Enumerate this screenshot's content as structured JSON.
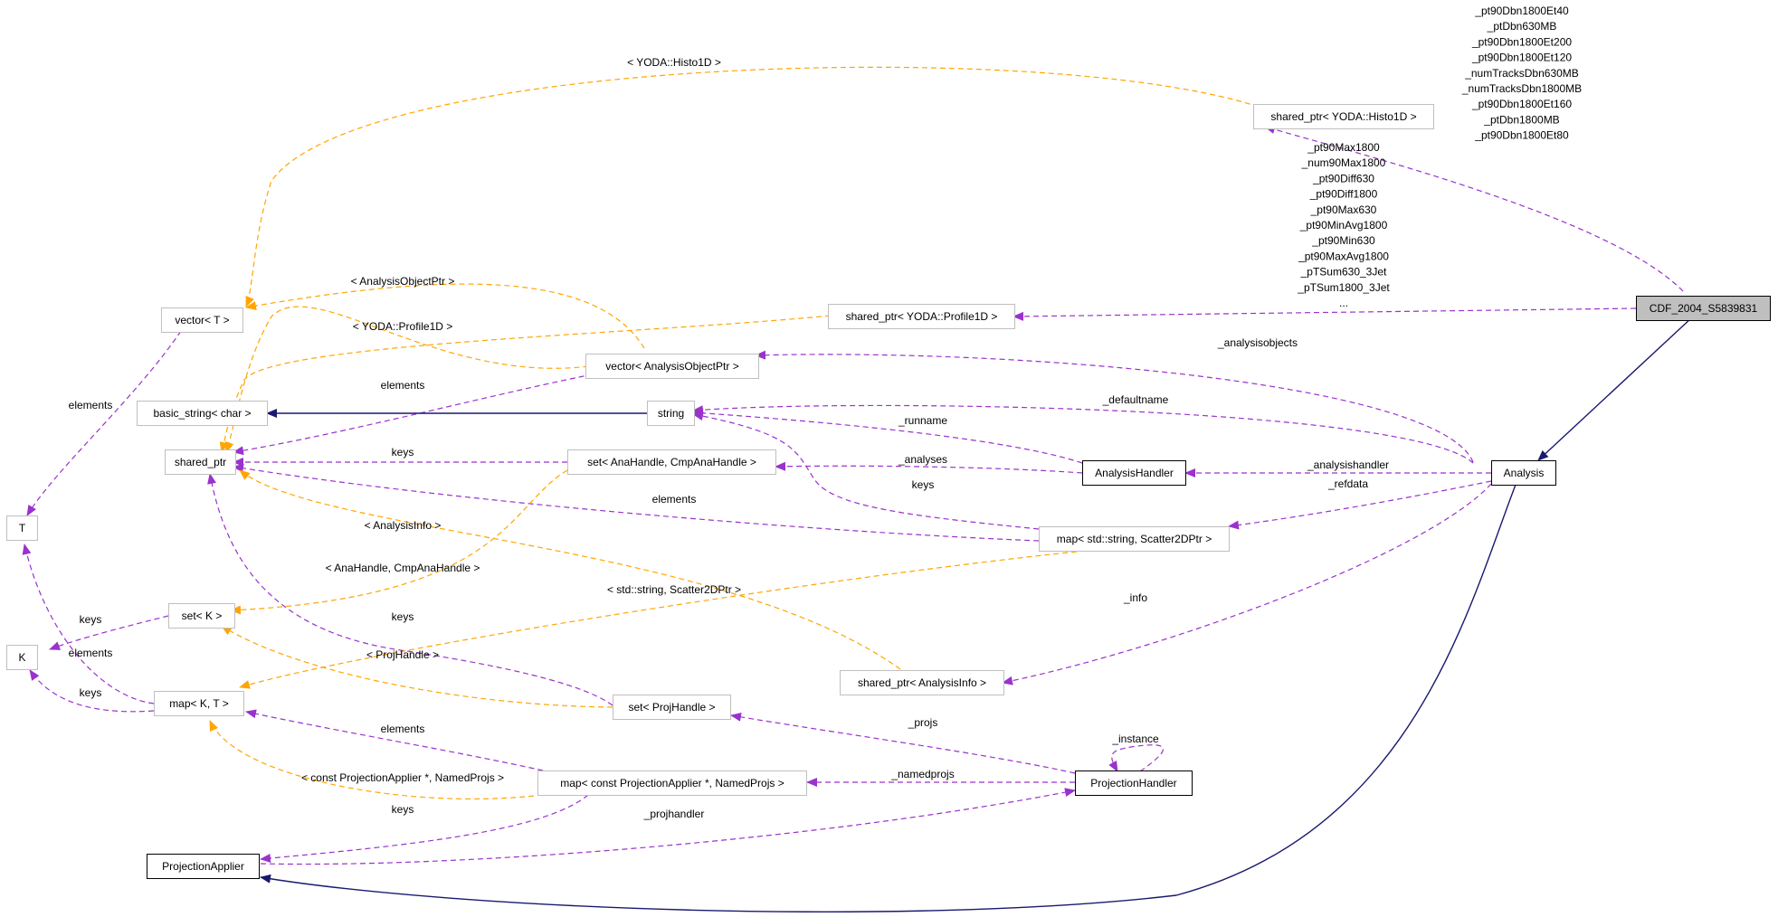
{
  "colors": {
    "usage": "#9a32cd",
    "template": "#ffa500",
    "inherit": "#191970",
    "highlight_fill": "#bfbfbf"
  },
  "nodes": {
    "cdf": "CDF_2004_S5839831",
    "histo": "shared_ptr< YODA::Histo1D >",
    "profile": "shared_ptr< YODA::Profile1D >",
    "vector_t": "vector< T >",
    "vector_aop": "vector< AnalysisObjectPtr >",
    "basic_string": "basic_string< char >",
    "string": "string",
    "shared_ptr": "shared_ptr",
    "set_anahandle": "set< AnaHandle, CmpAnaHandle >",
    "analysis_handler": "AnalysisHandler",
    "analysis": "Analysis",
    "t": "T",
    "map_scatter": "map< std::string, Scatter2DPtr >",
    "set_k": "set< K >",
    "k": "K",
    "shared_ptr_info": "shared_ptr< AnalysisInfo >",
    "map_kt": "map< K, T >",
    "set_projhandle": "set< ProjHandle >",
    "projection_handler": "ProjectionHandler",
    "map_projapplier": "map< const ProjectionApplier *, NamedProjs >",
    "projection_applier": "ProjectionApplier"
  },
  "labels": {
    "histo_members": [
      "_pt90Dbn1800Et40",
      "_ptDbn630MB",
      "_pt90Dbn1800Et200",
      "_pt90Dbn1800Et120",
      "_numTracksDbn630MB",
      "_numTracksDbn1800MB",
      "_pt90Dbn1800Et160",
      "_ptDbn1800MB",
      "_pt90Dbn1800Et80"
    ],
    "profile_members": [
      "_pt90Max1800",
      "_num90Max1800",
      "_pt90Diff630",
      "_pt90Diff1800",
      "_pt90Max630",
      "_pt90MinAvg1800",
      "_pt90Min630",
      "_pt90MaxAvg1800",
      "_pTSum630_3Jet",
      "_pTSum1800_3Jet",
      "..."
    ],
    "tpl_histo": "< YODA::Histo1D >",
    "tpl_aop": "< AnalysisObjectPtr >",
    "tpl_profile": "< YODA::Profile1D >",
    "elements": "elements",
    "keys": "keys",
    "analysisobjects": "_analysisobjects",
    "defaultname": "_defaultname",
    "runname": "_runname",
    "analyses": "_analyses",
    "analysishandler": "_analysishandler",
    "refdata": "_refdata",
    "tpl_info": "< AnalysisInfo >",
    "tpl_anahandle": "< AnaHandle, CmpAnaHandle >",
    "tpl_scatter": "< std::string, Scatter2DPtr >",
    "info": "_info",
    "tpl_projhandle": "< ProjHandle >",
    "projs": "_projs",
    "instance": "_instance",
    "tpl_projapplier": "< const ProjectionApplier *, NamedProjs >",
    "namedprojs": "_namedprojs",
    "projhandler": "_projhandler"
  }
}
